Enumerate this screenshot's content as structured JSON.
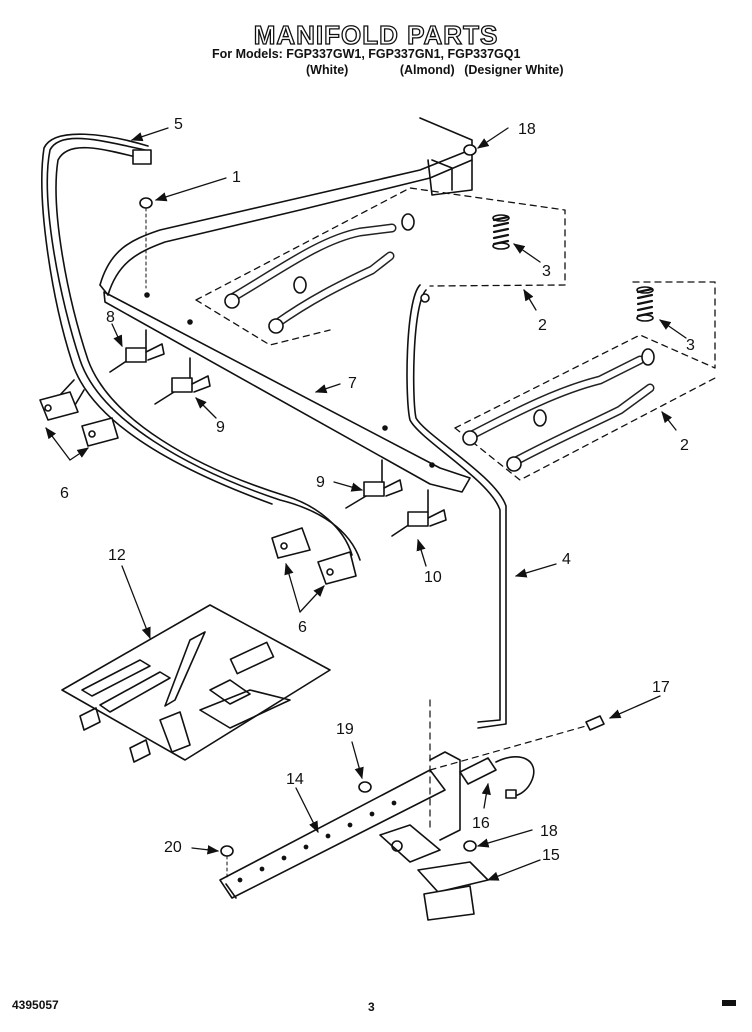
{
  "header": {
    "title": "MANIFOLD PARTS",
    "models_line": "For Models: FGP337GW1, FGP337GN1, FGP337GQ1",
    "variants": [
      "(White)",
      "(Almond)",
      "(Designer White)"
    ]
  },
  "callouts": {
    "c1": "1",
    "c2a": "2",
    "c2b": "2",
    "c3a": "3",
    "c3b": "3",
    "c4": "4",
    "c5": "5",
    "c6a": "6",
    "c6b": "6",
    "c7": "7",
    "c8": "8",
    "c9a": "9",
    "c9b": "9",
    "c10": "10",
    "c12": "12",
    "c14": "14",
    "c15": "15",
    "c16": "16",
    "c17": "17",
    "c18a": "18",
    "c18b": "18",
    "c19": "19",
    "c20": "20"
  },
  "footer": {
    "doc_number": "4395057",
    "page_number": "3"
  }
}
